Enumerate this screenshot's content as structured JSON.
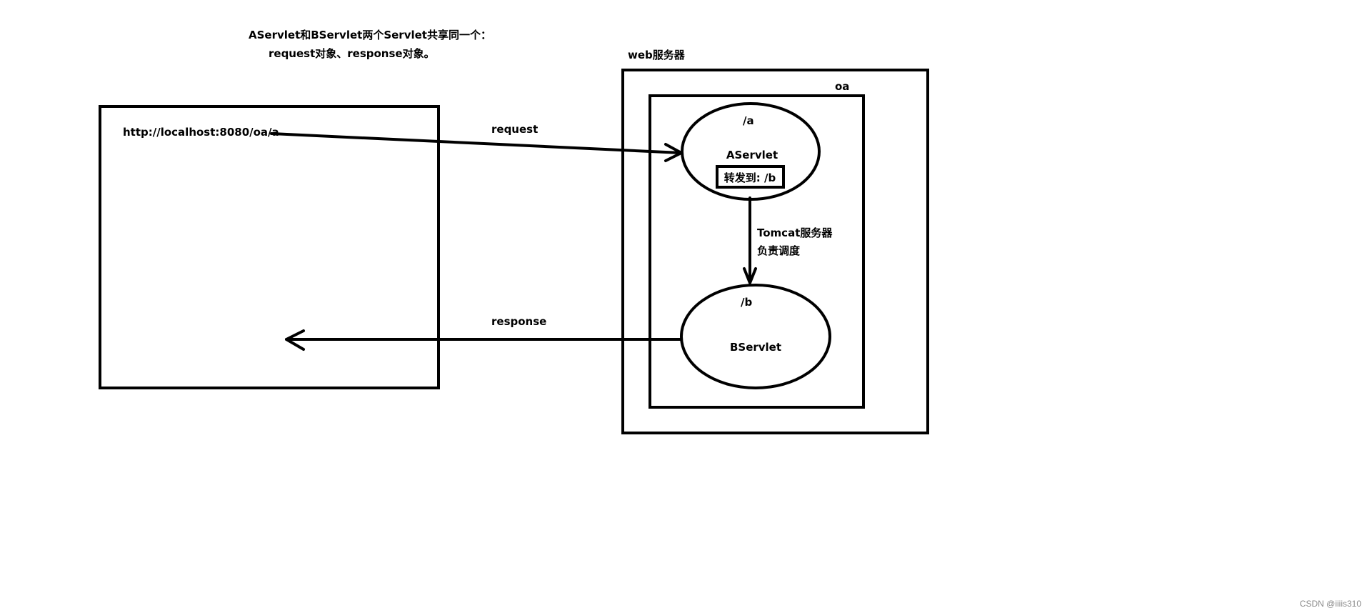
{
  "note": {
    "line1": "AServlet和BServlet两个Servlet共享同一个：",
    "line2": "request对象、response对象。"
  },
  "browser": {
    "url": "http://localhost:8080/oa/a"
  },
  "server": {
    "label": "web服务器",
    "app": {
      "label": "oa",
      "servlet_a": {
        "path": "/a",
        "name": "AServlet",
        "forward_label": "转发到: /b"
      },
      "servlet_b": {
        "path": "/b",
        "name": "BServlet"
      },
      "dispatch_line1": "Tomcat服务器",
      "dispatch_line2": "负责调度"
    }
  },
  "arrows": {
    "request": "request",
    "response": "response"
  },
  "watermark": "CSDN @iiiis310"
}
